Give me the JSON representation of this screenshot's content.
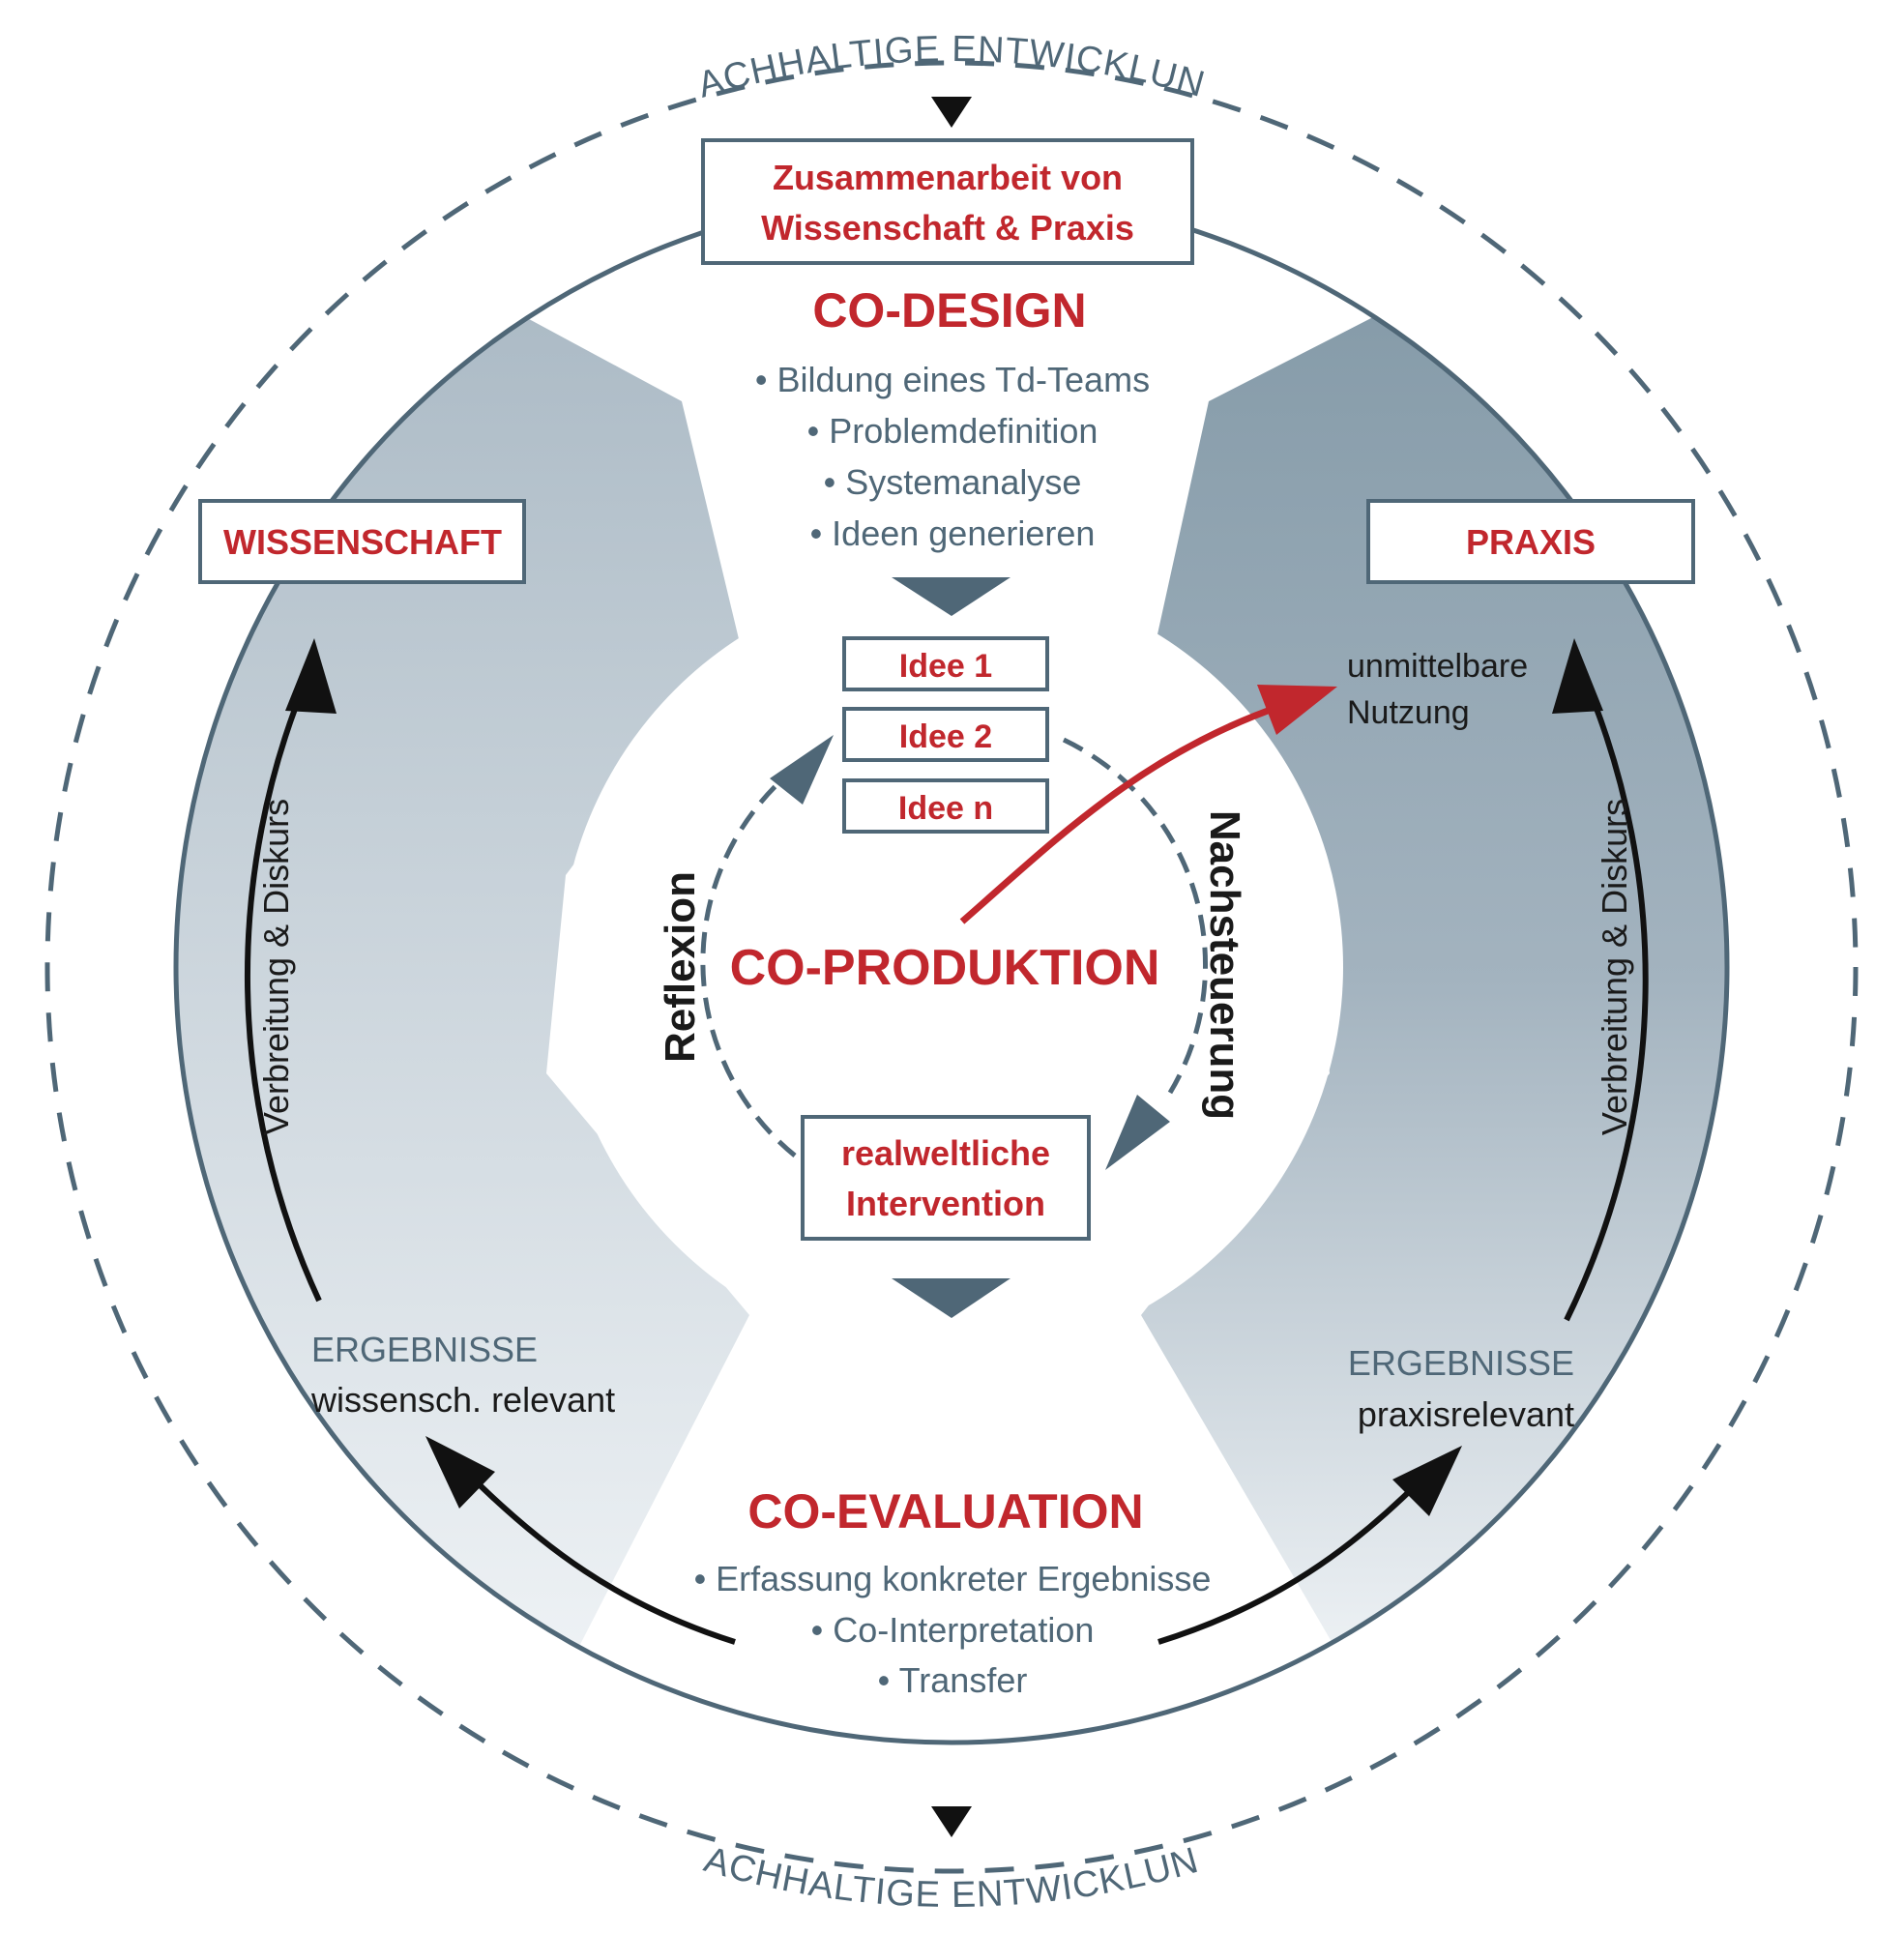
{
  "outer_ring": {
    "top_label": "NACHHALTIGE ENTWICKLUNG",
    "bottom_label": "NACHHALTIGE ENTWICKLUNG"
  },
  "collaboration_box": {
    "line1": "Zusammenarbeit von",
    "line2": "Wissenschaft & Praxis"
  },
  "co_design": {
    "title": "CO-DESIGN",
    "items": [
      "• Bildung eines Td-Teams",
      "• Problemdefinition",
      "• Systemanalyse",
      "• Ideen generieren"
    ]
  },
  "ideas": [
    "Idee 1",
    "Idee 2",
    "Idee n"
  ],
  "co_produktion": {
    "title": "CO-PRODUKTION",
    "left_arc": "Reflexion",
    "right_arc": "Nachsteuerung",
    "intervention_line1": "realweltliche",
    "intervention_line2": "Intervention",
    "direct_use_line1": "unmittelbare",
    "direct_use_line2": "Nutzung"
  },
  "co_evaluation": {
    "title": "CO-EVALUATION",
    "items": [
      "• Erfassung konkreter Ergebnisse",
      "• Co-Interpretation",
      "• Transfer"
    ]
  },
  "left_side": {
    "box": "WISSENSCHAFT",
    "arrow_label": "Verbreitung & Diskurs",
    "results_title": "ERGEBNISSE",
    "results_sub": "wissensch. relevant"
  },
  "right_side": {
    "box": "PRAXIS",
    "arrow_label": "Verbreitung & Diskurs",
    "results_title": "ERGEBNISSE",
    "results_sub": "praxisrelevant"
  },
  "colors": {
    "red": "#c1272d",
    "slate": "#4f6777",
    "band_dark": "#7f95a3",
    "band_light": "#eef2f5"
  }
}
